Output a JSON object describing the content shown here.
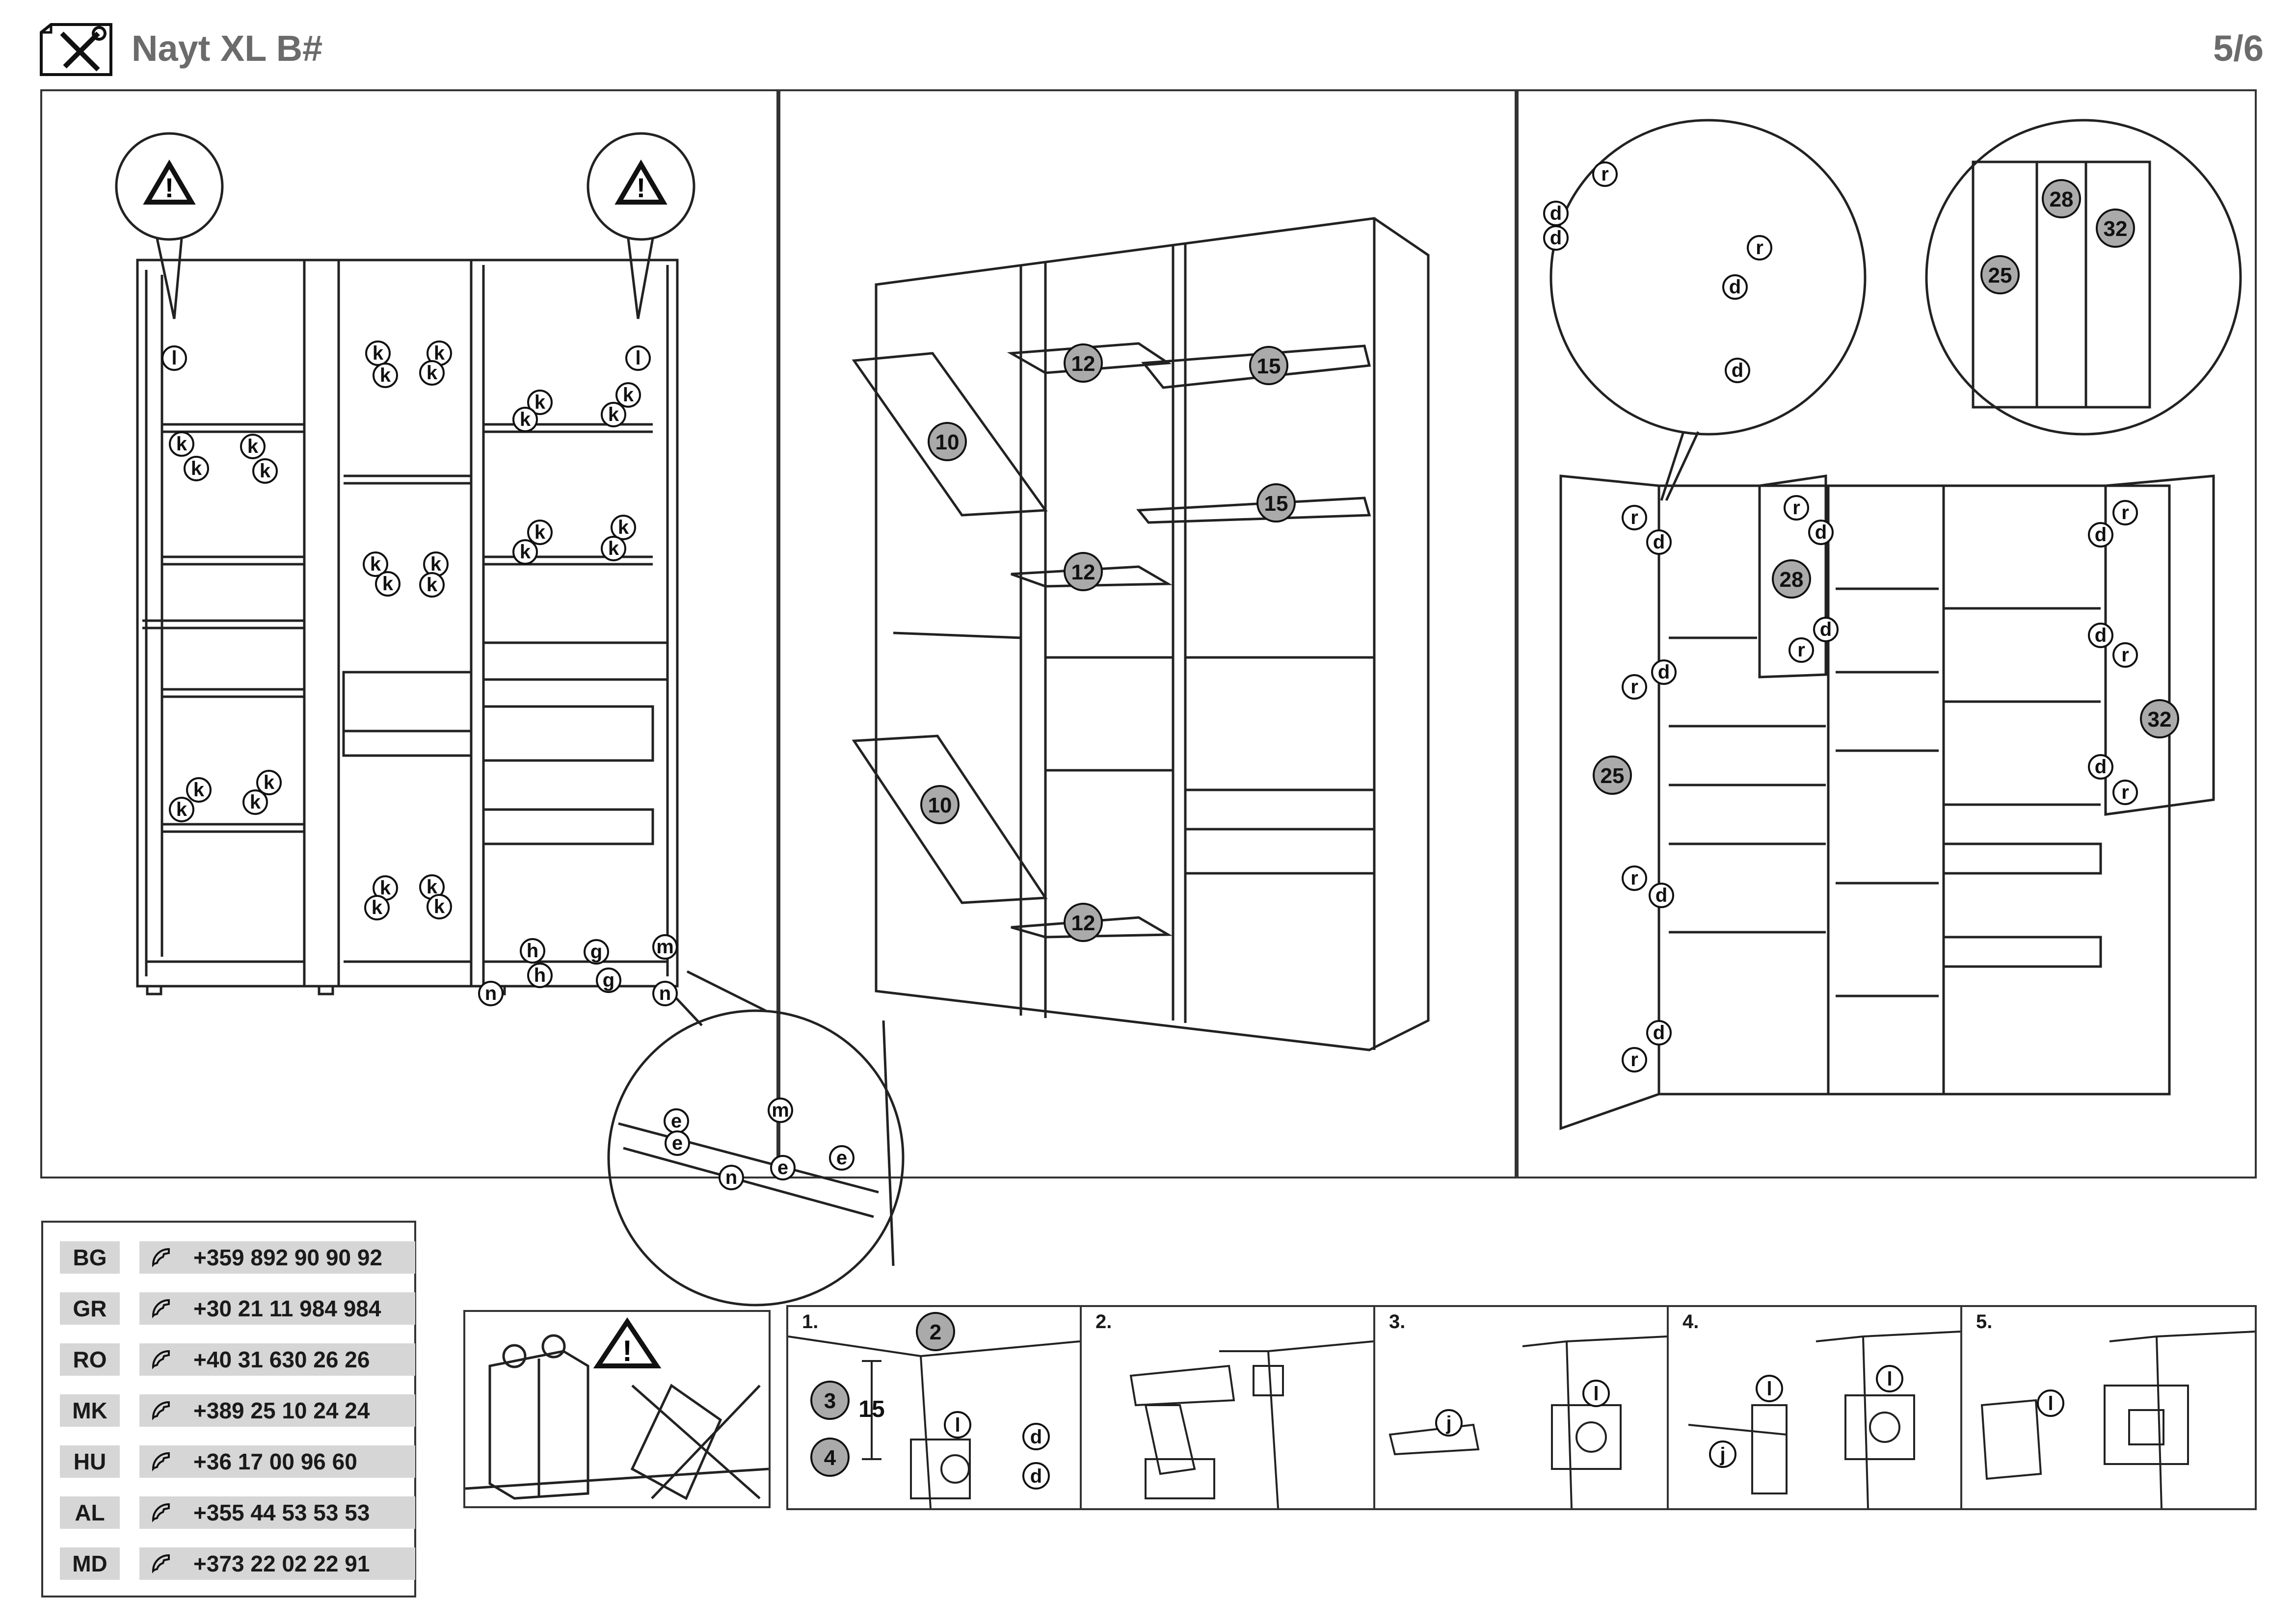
{
  "header": {
    "title": "Nayt XL B#",
    "page": "5/6"
  },
  "icons": {
    "tools": "tools-icon",
    "warning": "warning-triangle-icon",
    "phone": "phone-icon"
  },
  "panel1": {
    "labels": [
      "l",
      "l",
      "k",
      "h",
      "g",
      "m",
      "n",
      "e"
    ]
  },
  "panel2": {
    "parts": [
      "12",
      "15",
      "10",
      "15",
      "12",
      "10",
      "12"
    ]
  },
  "panel3": {
    "parts": [
      "28",
      "32",
      "25",
      "28",
      "25",
      "32"
    ],
    "labels": [
      "r",
      "d"
    ]
  },
  "contacts": [
    {
      "country": "BG",
      "phone": "+359 892 90 90 92"
    },
    {
      "country": "GR",
      "phone": "+30 21 11 984 984"
    },
    {
      "country": "RO",
      "phone": "+40 31 630 26 26"
    },
    {
      "country": "MK",
      "phone": "+389 25 10 24 24"
    },
    {
      "country": "HU",
      "phone": "+36 17 00 96 60"
    },
    {
      "country": "AL",
      "phone": "+355 44 53 53 53"
    },
    {
      "country": "MD",
      "phone": "+373 22 02 22 91"
    }
  ],
  "steps": [
    {
      "label": "1.",
      "part_top": "2",
      "part_a": "3",
      "part_b": "4",
      "dim": "15",
      "hw_l": "l",
      "hw_d": "d"
    },
    {
      "label": "2."
    },
    {
      "label": "3.",
      "hw_j": "j",
      "hw_l": "l"
    },
    {
      "label": "4.",
      "hw_l": "l",
      "hw_j": "j"
    },
    {
      "label": "5.",
      "hw_l": "l"
    }
  ]
}
